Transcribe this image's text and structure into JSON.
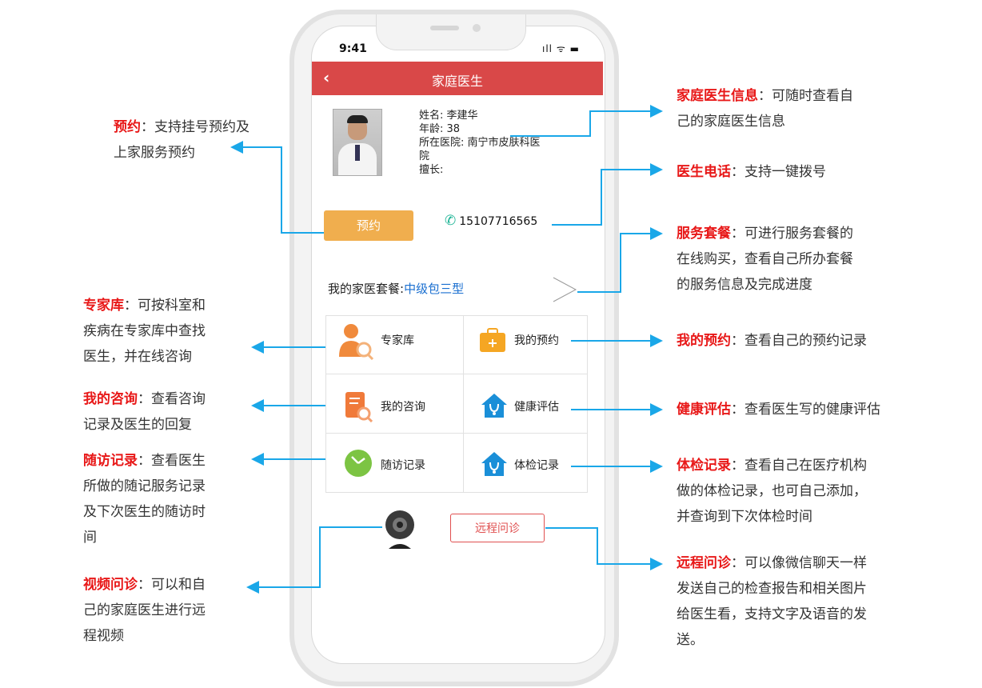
{
  "status_bar": {
    "time": "9:41",
    "icons": "ıll ᯤ ▬"
  },
  "navbar": {
    "back": "‹",
    "title": "家庭医生"
  },
  "doctor": {
    "name_line": "姓名: 李建华",
    "age_line": "年龄: 38",
    "hospital_line": "所在医院: 南宁市皮肤科医",
    "hospital_line2": "院",
    "specialty_line": "擅长:"
  },
  "appoint_button": "预约",
  "phone_number": "15107716565",
  "package": {
    "label": "我的家医套餐:",
    "value": "中级包三型"
  },
  "grid_items": [
    {
      "label": "专家库",
      "icon": "expert-icon"
    },
    {
      "label": "我的预约",
      "icon": "appointment-box-icon"
    },
    {
      "label": "我的咨询",
      "icon": "consultation-icon"
    },
    {
      "label": "健康评估",
      "icon": "health-house-icon"
    },
    {
      "label": "随访记录",
      "icon": "clock-icon"
    },
    {
      "label": "体检记录",
      "icon": "checkup-house-icon"
    }
  ],
  "remote_button": "远程问诊",
  "annotations": {
    "yuyue": {
      "title": "预约",
      "lines": [
        "：支持挂号预约及",
        "上家服务预约"
      ]
    },
    "zhuanjia": {
      "title": "专家库",
      "lines": [
        "：可按科室和",
        "疾病在专家库中查找",
        "医生，并在线咨询"
      ]
    },
    "zixun": {
      "title": "我的咨询",
      "lines": [
        "：查看咨询",
        "记录及医生的回复"
      ]
    },
    "suifang": {
      "title": "随访记录",
      "lines": [
        "：查看医生",
        "所做的随记服务记录",
        "及下次医生的随访时",
        "间"
      ]
    },
    "shipin": {
      "title": "视频问诊",
      "lines": [
        "：可以和自",
        "己的家庭医生进行远",
        "程视频"
      ]
    },
    "xinxi": {
      "title": "家庭医生信息",
      "lines": [
        "：可随时查看自",
        "己的家庭医生信息"
      ]
    },
    "dianhua": {
      "title": "医生电话",
      "lines": [
        "：支持一键拨号"
      ]
    },
    "taocan": {
      "title": "服务套餐",
      "lines": [
        "：可进行服务套餐的",
        "在线购买，查看自己所办套餐",
        "的服务信息及完成进度"
      ]
    },
    "wodeyuyue": {
      "title": "我的预约",
      "lines": [
        "：查看自己的预约记录"
      ]
    },
    "pinggu": {
      "title": "健康评估",
      "lines": [
        "：查看医生写的健康评估"
      ]
    },
    "tijian": {
      "title": "体检记录",
      "lines": [
        "：查看自己在医疗机构",
        "做的体检记录，也可自己添加，",
        "并查询到下次体检时间"
      ]
    },
    "yuancheng": {
      "title": "远程问诊",
      "lines": [
        "：可以像微信聊天一样",
        "发送自己的检查报告和相关图片",
        "给医生看，支持文字及语音的发",
        "送。"
      ]
    }
  },
  "colors": {
    "accent_red": "#d94848",
    "annotation_red": "#e81818",
    "arrow_blue": "#1aa7e8",
    "appoint_orange": "#f0ae4e"
  }
}
